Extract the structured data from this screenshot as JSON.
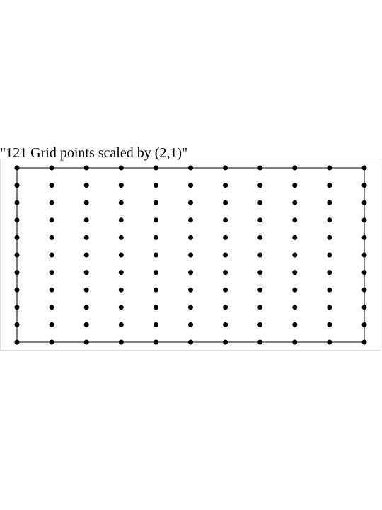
{
  "figure": {
    "title": "\"121 Grid points scaled by (2,1)\""
  },
  "grid": {
    "columns": 11,
    "rows": 11,
    "scale": [
      2,
      1
    ],
    "x_range": [
      0,
      2
    ],
    "y_range": [
      0,
      1
    ]
  },
  "colors": {
    "points": "#000000",
    "boundary": "#555555",
    "frame": "#dddddd",
    "background": "#ffffff"
  }
}
